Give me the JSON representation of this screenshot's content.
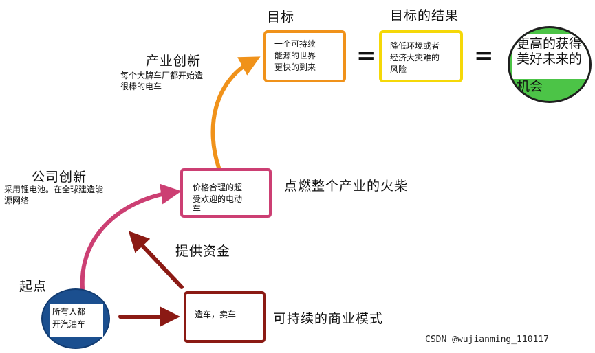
{
  "colors": {
    "orange": "#f0921a",
    "yellow": "#f5d808",
    "green": "#4cc447",
    "pink": "#cc3f73",
    "darkred": "#8b1a14",
    "blue": "#1b4f8f"
  },
  "goal": {
    "title": "目标",
    "box_text": [
      "一个可持续",
      "能源的世界",
      "更快的到来"
    ]
  },
  "result": {
    "title": "目标的结果",
    "box_text": [
      "降低环境或者",
      "经济大灾难的",
      "风险"
    ]
  },
  "outcome": {
    "lines": [
      "更高的获得",
      "美好未来的",
      "机会"
    ]
  },
  "equals": [
    "=",
    "="
  ],
  "industry_innovation": {
    "title": "产业创新",
    "desc": [
      "每个大牌车厂都开始造",
      "很棒的电车"
    ]
  },
  "company_innovation": {
    "title": "公司创新",
    "desc": [
      "采用锂电池。在全球建造能",
      "源网络"
    ]
  },
  "spark": {
    "box_text": [
      "价格合理的超",
      "受欢迎的电动",
      "车"
    ],
    "caption": "点燃整个产业的火柴"
  },
  "funding": {
    "label": "提供资金"
  },
  "start": {
    "title": "起点",
    "circle_text": [
      "所有人都",
      "开汽油车"
    ]
  },
  "business": {
    "box_text": "造车，卖车",
    "caption": "可持续的商业模式"
  },
  "watermark": "CSDN @wujianming_110117"
}
